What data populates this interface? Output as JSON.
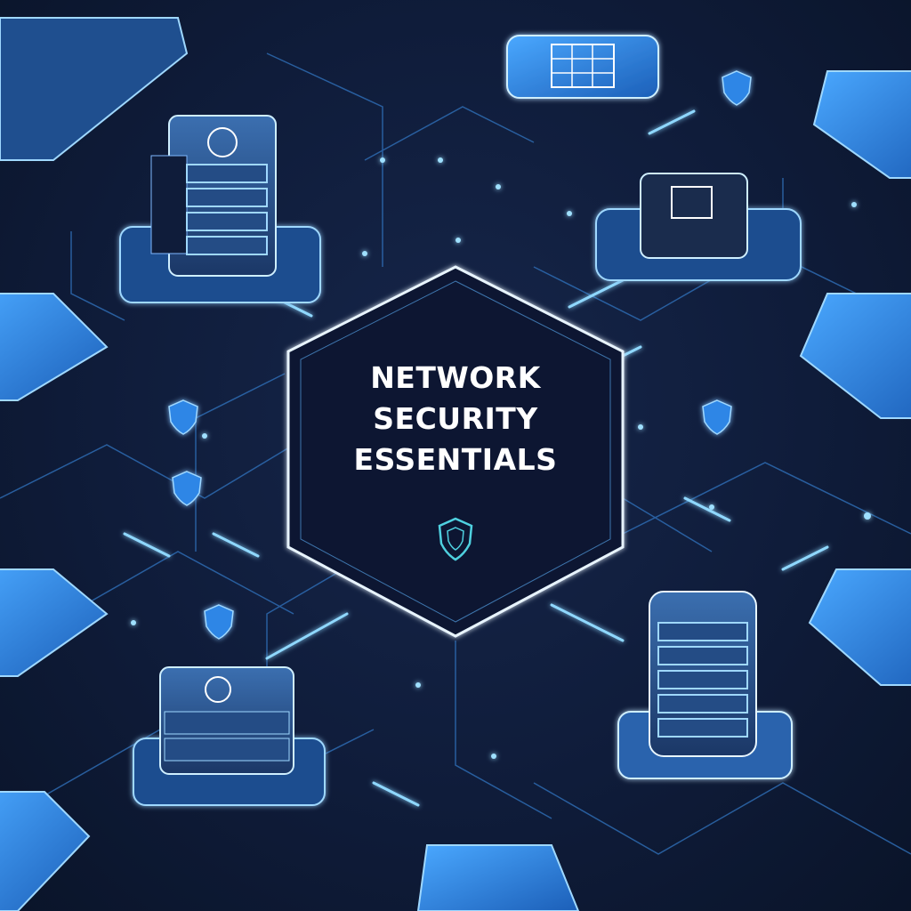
{
  "title": {
    "lines": [
      "NETWORK",
      "SECURITY",
      "ESSENTIALS"
    ]
  },
  "colors": {
    "background": "#0f1c3a",
    "accent": "#3aa0ff",
    "glow": "#7fd4ff",
    "tile": "#2f7fd6",
    "text": "#ffffff"
  },
  "icons": [
    "shield-icon",
    "server-rack-icon",
    "chip-icon",
    "network-node-icon",
    "device-tile-icon"
  ]
}
